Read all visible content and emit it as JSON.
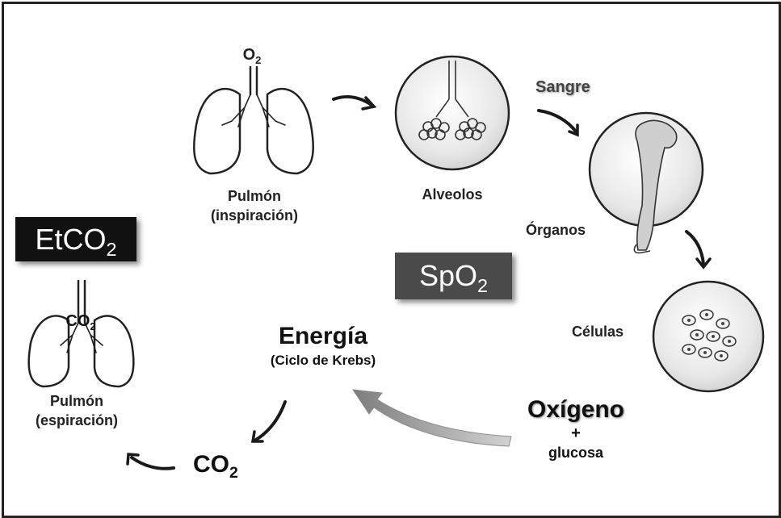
{
  "title_o2": "O",
  "title_o2_sub": "2",
  "lung_in": {
    "line1": "Pulmón",
    "line2": "(inspiración)"
  },
  "alveolos": "Alveolos",
  "sangre": "Sangre",
  "organos": "Órganos",
  "celulas": "Células",
  "etco2": {
    "main": "EtCO",
    "sub": "2"
  },
  "spo2": {
    "main": "SpO",
    "sub": "2"
  },
  "lung_out_co2": {
    "main": "CO",
    "sub": "2"
  },
  "lung_out": {
    "line1": "Pulmón",
    "line2": "(espiración)"
  },
  "energia": {
    "title": "Energía",
    "subtitle": "(Ciclo de Krebs)"
  },
  "co2": {
    "main": "CO",
    "sub": "2"
  },
  "oxigeno": {
    "main": "Oxígeno",
    "plus": "+",
    "glucosa": "glucosa"
  },
  "colors": {
    "box_black": "#111111",
    "box_gray": "#4a4a4a",
    "arrow_dark": "#1a1a1a",
    "arrow_light": "#9a9a9a",
    "circle_fill": "#e6e6e6"
  }
}
